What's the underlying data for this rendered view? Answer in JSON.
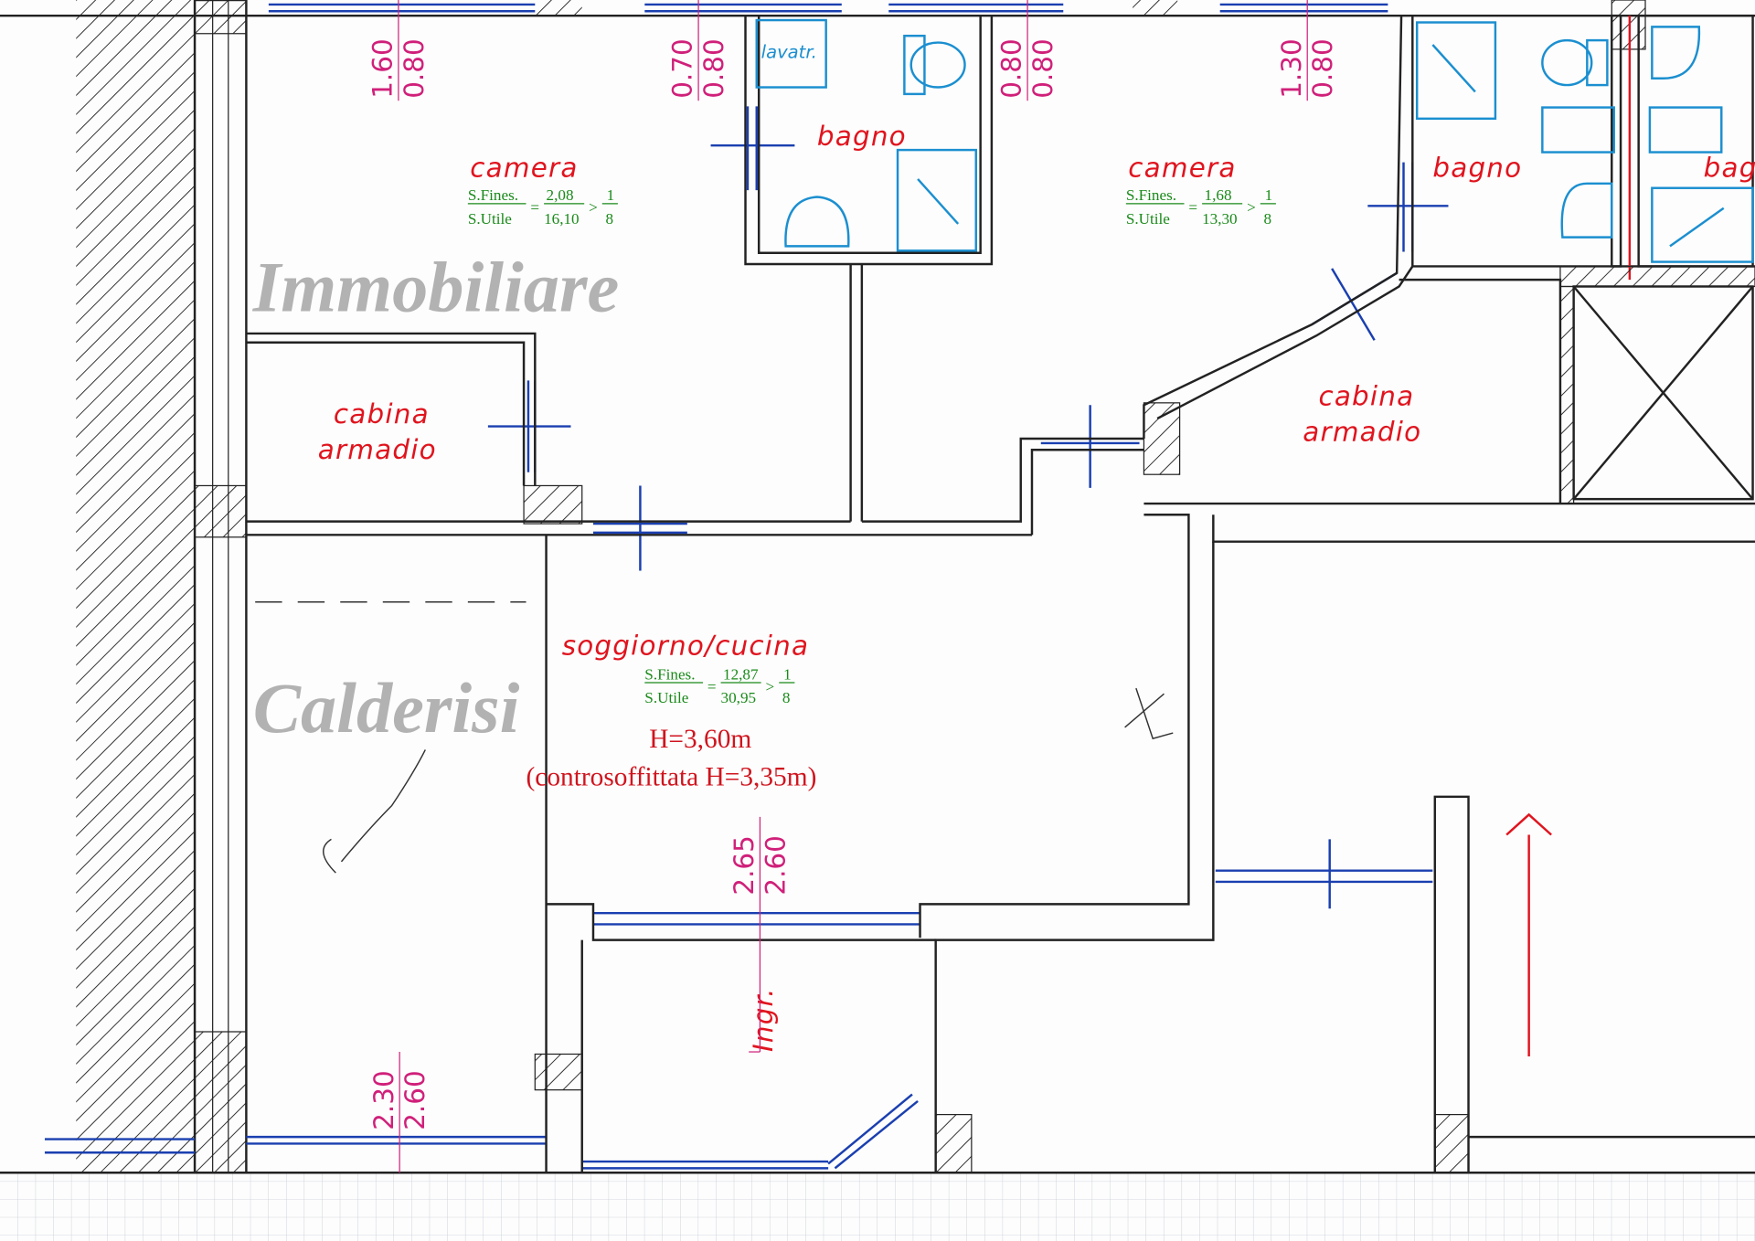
{
  "watermark": {
    "line1": "Immobiliare",
    "line2": "Calderisi"
  },
  "rooms": {
    "camera_left": {
      "label": "camera",
      "ratio_num_label": "S.Fines.",
      "ratio_den_label": "S.Utile",
      "ratio_num": "2,08",
      "ratio_den": "16,10",
      "min_num": "1",
      "min_den": "8"
    },
    "camera_right": {
      "label": "camera",
      "ratio_num_label": "S.Fines.",
      "ratio_den_label": "S.Utile",
      "ratio_num": "1,68",
      "ratio_den": "13,30",
      "min_num": "1",
      "min_den": "8"
    },
    "bagno_center": {
      "label": "bagno",
      "lavatr": "lavatr."
    },
    "bagno_right": {
      "label": "bagno"
    },
    "bagno_edge": {
      "label": "bag"
    },
    "cabina_left": {
      "line1": "cabina",
      "line2": "armadio"
    },
    "cabina_right": {
      "line1": "cabina",
      "line2": "armadio"
    },
    "soggiorno": {
      "label": "soggiorno/cucina",
      "ratio_num_label": "S.Fines.",
      "ratio_den_label": "S.Utile",
      "ratio_num": "12,87",
      "ratio_den": "30,95",
      "min_num": "1",
      "min_den": "8",
      "height": "H=3,60m",
      "ceiling": "(controsoffittata H=3,35m)"
    },
    "ingresso": {
      "label": "Ingr."
    }
  },
  "dimensions": [
    {
      "top": "1.60",
      "bottom": "0.80"
    },
    {
      "top": "0.70",
      "bottom": "0.80"
    },
    {
      "top": "0.80",
      "bottom": "0.80"
    },
    {
      "top": "1.30",
      "bottom": "0.80"
    },
    {
      "top": "2.65",
      "bottom": "2.60"
    },
    {
      "top": "2.30",
      "bottom": "2.60"
    }
  ],
  "colors": {
    "walls": "#222222",
    "windows": "#1a3fb0",
    "fixtures": "#1b8fd0",
    "labels": "#e0141e",
    "ratios": "#1a8a1a",
    "dimensions": "#d0207a"
  }
}
